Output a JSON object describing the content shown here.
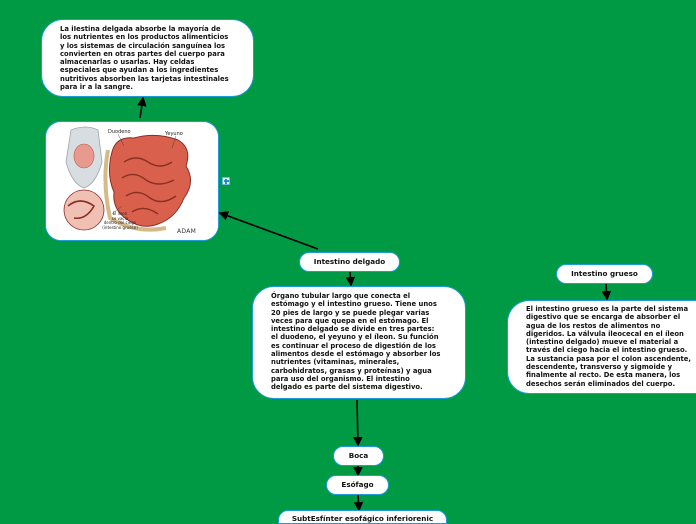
{
  "nodes": {
    "top_text": "La iIestina delgada absorbe la mayoría de\nlos nutrientes en los productos alimenticios\ny los sistemas de circulación sanguínea los\nconvierten en otras partes del cuerpo para\nalmacenarlas o usarlas. Hay celdas\nespeciales que ayudan a los ingredientes\nnutritivos absorben las tarjetas intestinales\npara ir a la sangre.",
    "intestino_delgado": "Intestino delgado",
    "delgado_desc": "Órgano tubular largo que conecta el\nestómago y el intestino grueso. Tiene unos\n20 pies de largo y se puede plegar varias\nveces para que quepa en el estómago. El\nintestino delgado se divide en tres partes:\nel duodeno, el yeyuno y el íleon. Su función\nes continuar el proceso de digestión de los\nalimentos desde el estómago y absorber los\nnutrientes (vitaminas, minerales,\ncarbohidratos, grasas y proteínas) y agua\npara uso del organismo. El intestino\ndelgado es parte del sistema digestivo.",
    "intestino_grueso": "Intestino grueso",
    "grueso_desc": "El intestino grueso es la parte del sistema\ndigestivo que se encarga de absorber el\nagua de los restos de alimentos no\ndigeridos. La válvula ileocecal en el íleon\n(intestino delgado) mueve el material a\ntravés del ciego hacia el intestino grueso.\nLa sustancia pasa por el colon ascendente,\ndescendente, transverso y sigmoide y\nfinalmente al recto. De esta manera, los\ndesechos serán eliminados del cuerpo.",
    "boca": "Boca",
    "esofago": "Esófago",
    "esfinter": "SubtEsfínter esofágico inferiorenic"
  },
  "illustration": {
    "label_duodeno": "Duodeno",
    "label_yeyuno": "Yeyuno",
    "label_ileon": "El íleon\nse vacía\ndentro del ciego\n(intestino grueso)",
    "logo": "ADAM"
  },
  "colors": {
    "background": "#009a44",
    "node_border": "#1f9bd6",
    "intestine": "#d9604c"
  }
}
